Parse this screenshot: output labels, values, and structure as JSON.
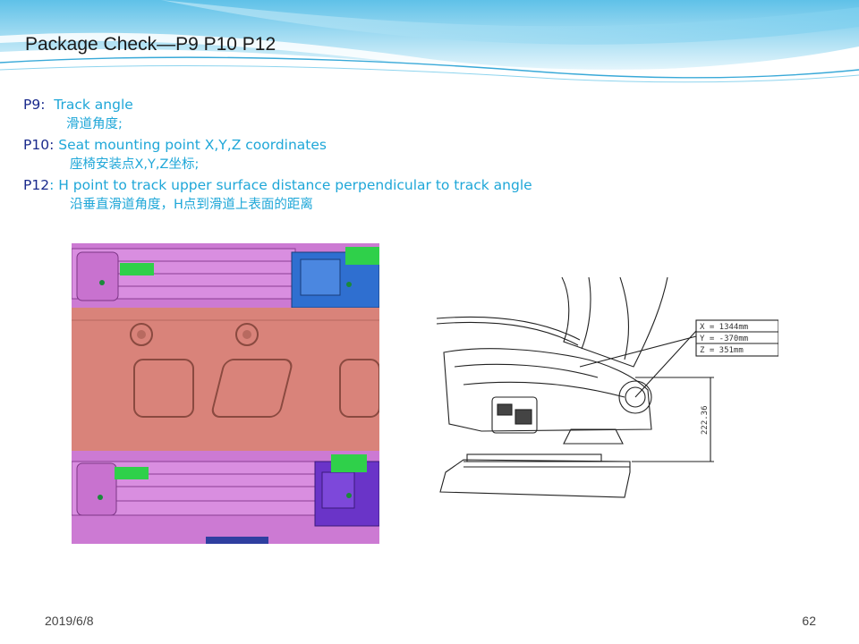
{
  "slide": {
    "title": "Package Check—P9 P10 P12",
    "items": [
      {
        "key": "P9:",
        "text": "  Track angle",
        "sub": "滑道角度;"
      },
      {
        "key": "P10:",
        "text": " Seat mounting point X,Y,Z coordinates",
        "sub": "座椅安装点X,Y,Z坐标;"
      },
      {
        "key": "P12",
        "text": ": H point to track upper surface distance perpendicular to track angle",
        "sub": "沿垂直滑道角度，H点到滑道上表面的距离"
      }
    ],
    "drawing": {
      "coord_x": "X = 1344mm",
      "coord_y": "Y = -370mm",
      "coord_z": "Z = 351mm",
      "dimension": "222.36"
    },
    "footer": {
      "date": "2019/6/8",
      "page": "62"
    },
    "colors": {
      "accent": "#1fa7d8",
      "key": "#1a2a8c",
      "pink": "#d9837a",
      "magenta": "#d07ad6",
      "blue": "#2f6fd0",
      "purple": "#6a34c8"
    }
  }
}
